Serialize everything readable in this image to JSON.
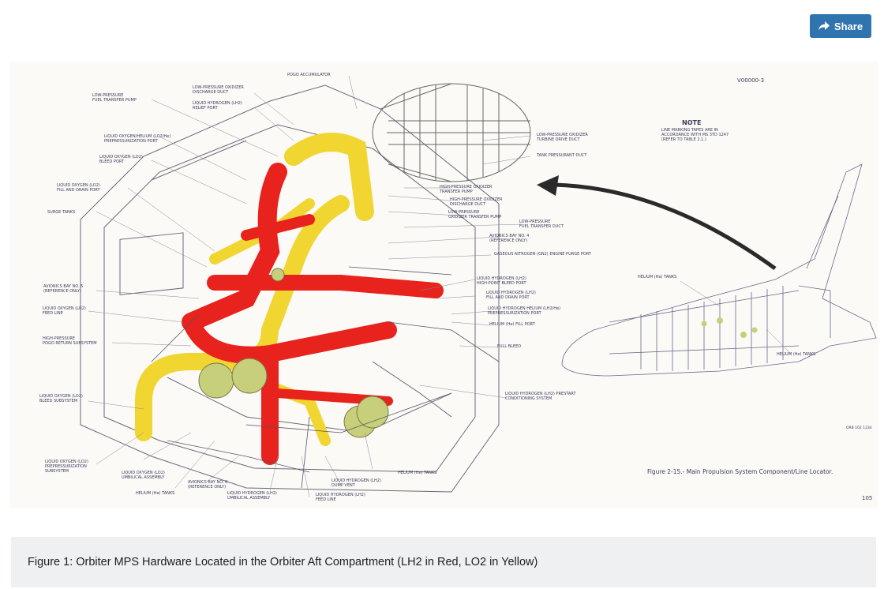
{
  "share": {
    "label": "Share",
    "icon": "share-arrow-icon",
    "color": "#2f74ae"
  },
  "figure": {
    "doc_code": "V00000-3",
    "note_title": "NOTE",
    "note_text": [
      "LINE MARKING TAPES ARE IN",
      "ACCORDANCE WITH MS 3TD 1247",
      "(REFER TO TABLE 2.1.)"
    ],
    "figure_title": "Figure 2-15.- Main Propulsion System Component/Line Locator.",
    "page_number": "105",
    "drawing_number": "ORB 102 1234",
    "labels_left": [
      [
        "LOW-PRESSURE",
        "FUEL TRANSFER PUMP"
      ],
      [
        "LIQUID OXYGEN/HELIUM (LO2/He)",
        "PREPRESSURIZATION PORT"
      ],
      [
        "LIQUID OXYGEN (LO2)",
        "BLEED PORT"
      ],
      [
        "LIQUID OXYGEN (LO2)",
        "FILL AND DRAIN PORT"
      ],
      [
        "SURGE TANKS"
      ],
      [
        "AVIONICS BAY NO. 5",
        "(REFERENCE ONLY)"
      ],
      [
        "LIQUID OXYGEN (LO2)",
        "FEED LINE"
      ],
      [
        "HIGH-PRESSURE",
        "POGO RETURN SUBSYSTEM"
      ],
      [
        "LIQUID OXYGEN (LO2)",
        "BLEED SUBSYSTEM"
      ],
      [
        "LIQUID OXYGEN (LO2)",
        "PREPRESSURIZATION",
        "SUBSYSTEM"
      ]
    ],
    "labels_top": [
      [
        "POGO ACCUMULATOR"
      ],
      [
        "LOW-PRESSURE OXIDIZER",
        "DISCHARGE DUCT"
      ],
      [
        "LIQUID HYDROGEN (LH2)",
        "RELIEF PORT"
      ]
    ],
    "labels_right": [
      [
        "LOW-PRESSURE OXIDIZER",
        "TURBINE DRIVE DUCT"
      ],
      [
        "TANK PRESSURANT DUCT"
      ],
      [
        "HIGH-PRESSURE OXIDIZER",
        "TRANSFER PUMP"
      ],
      [
        "HIGH-PRESSURE OXIDIZER",
        "DISCHARGE DUCT"
      ],
      [
        "LOW-PRESSURE",
        "OXIDIZER TRANSFER PUMP"
      ],
      [
        "LOW-PRESSURE",
        "FUEL TRANSFER DUCT"
      ],
      [
        "AVIONICS BAY NO. 4",
        "(REFERENCE ONLY)"
      ],
      [
        "GASEOUS NITROGEN (GN2) ENGINE PURGE PORT"
      ],
      [
        "LIQUID HYDROGEN (LH2)",
        "HIGH-POINT BLEED PORT"
      ],
      [
        "LIQUID HYDROGEN (LH2)",
        "FILL AND DRAIN PORT"
      ],
      [
        "LIQUID HYDROGEN HELIUM (LH2/He)",
        "PREPRESSURIZATION PORT"
      ],
      [
        "HELIUM (He) FILL PORT"
      ],
      [
        "FULL BLEED"
      ],
      [
        "LIQUID HYDROGEN (LH2) PRESTART",
        "CONDITIONING SYSTEM"
      ]
    ],
    "labels_bottom": [
      [
        "LIQUID OXYGEN (LO2)",
        "UMBILICAL ASSEMBLY"
      ],
      [
        "HELIUM (He) TANKS"
      ],
      [
        "AVIONICS BAY NO. 6",
        "(REFERENCE ONLY)"
      ],
      [
        "LIQUID HYDROGEN (LH2)",
        "UMBILICAL ASSEMBLY"
      ],
      [
        "LIQUID HYDROGEN (LH2)",
        "FEED LINE"
      ],
      [
        "LIQUID HYDROGEN (LH2)",
        "DUMP VENT"
      ],
      [
        "HELIUM (He) TANKS"
      ]
    ],
    "labels_orbiter": [
      [
        "HELIUM (He) TANKS"
      ],
      [
        "HELIUM (He) TANKS"
      ]
    ],
    "colors": {
      "lh2": "#e8221c",
      "lo2": "#f1d530",
      "helium": "#c8cf7a",
      "lines": "#555566"
    }
  },
  "caption": {
    "text": "Figure 1: Orbiter MPS Hardware Located in the Orbiter Aft Compartment (LH2 in Red, LO2 in Yellow)"
  }
}
